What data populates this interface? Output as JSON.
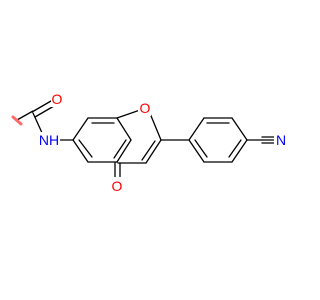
{
  "molecule": {
    "atom_labels": {
      "amide_oxygen": "O",
      "amide_nitrogen": "NH",
      "ring_oxygen": "O",
      "ketone_oxygen": "O",
      "nitrile_nitrogen": "N"
    },
    "colors": {
      "bond": "#000000",
      "carbon": "#000000",
      "oxygen": "#ff0000",
      "nitrogen": "#0000ff",
      "methyl_stub": "#ff6b6b",
      "background": "#ffffff"
    }
  }
}
